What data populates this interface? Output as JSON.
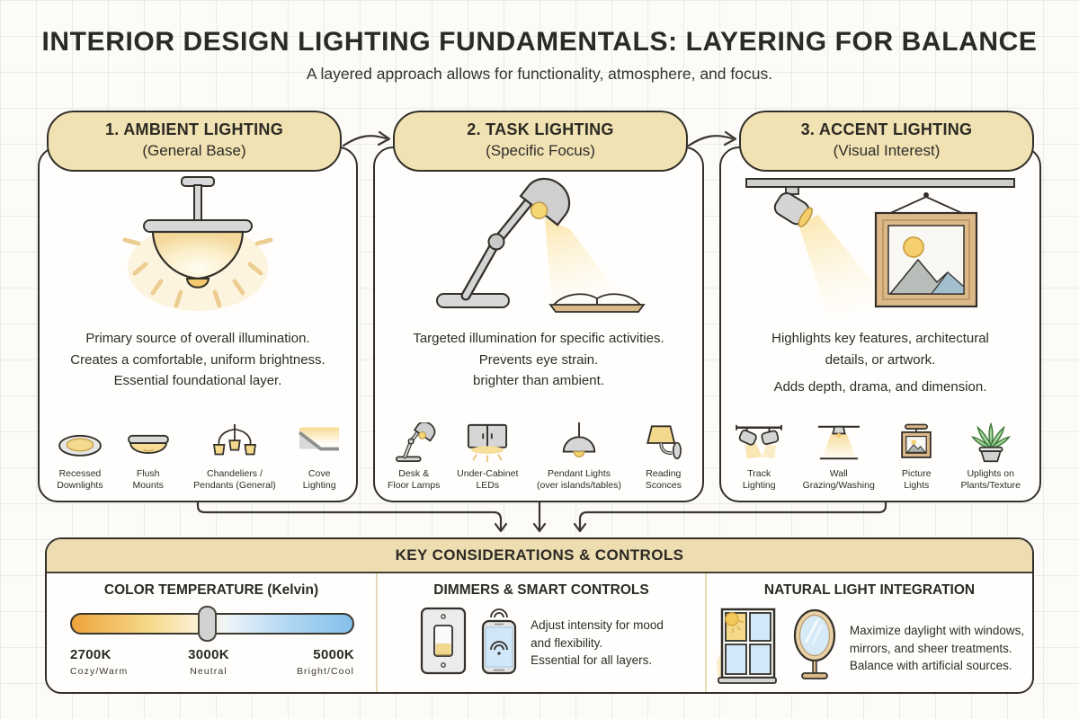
{
  "header": {
    "title": "INTERIOR DESIGN LIGHTING FUNDAMENTALS: LAYERING FOR BALANCE",
    "subtitle": "A layered approach allows for functionality, atmosphere, and focus."
  },
  "panels": [
    {
      "number_title": "1. AMBIENT LIGHTING",
      "subtitle": "(General Base)",
      "hero_icon": "ceiling-flush-light-icon",
      "desc": [
        "Primary source of overall illumination.",
        "Creates a comfortable, uniform brightness.",
        "Essential foundational layer."
      ],
      "items": [
        {
          "icon": "recessed-downlight-icon",
          "label1": "Recessed",
          "label2": "Downlights"
        },
        {
          "icon": "flush-mount-icon",
          "label1": "Flush",
          "label2": "Mounts"
        },
        {
          "icon": "chandelier-icon",
          "label1": "Chandeliers /",
          "label2": "Pendants (General)"
        },
        {
          "icon": "cove-lighting-icon",
          "label1": "Cove",
          "label2": "Lighting"
        }
      ]
    },
    {
      "number_title": "2. TASK LIGHTING",
      "subtitle": "(Specific Focus)",
      "hero_icon": "desk-lamp-book-icon",
      "desc": [
        "Targeted illumination for specific activities.",
        "Prevents eye strain.",
        "brighter than ambient."
      ],
      "items": [
        {
          "icon": "desk-floor-lamp-icon",
          "label1": "Desk &",
          "label2": "Floor Lamps"
        },
        {
          "icon": "under-cabinet-led-icon",
          "label1": "Under-Cabinet",
          "label2": "LEDs"
        },
        {
          "icon": "pendant-light-icon",
          "label1": "Pendant Lights",
          "label2": "(over islands/tables)"
        },
        {
          "icon": "reading-sconce-icon",
          "label1": "Reading",
          "label2": "Sconces"
        }
      ]
    },
    {
      "number_title": "3. ACCENT LIGHTING",
      "subtitle": "(Visual Interest)",
      "hero_icon": "track-light-artwork-icon",
      "desc": [
        "Highlights key features, architectural",
        "details, or artwork.",
        "Adds depth, drama, and dimension."
      ],
      "items": [
        {
          "icon": "track-lighting-icon",
          "label1": "Track",
          "label2": "Lighting"
        },
        {
          "icon": "wall-grazing-icon",
          "label1": "Wall",
          "label2": "Grazing/Washing"
        },
        {
          "icon": "picture-light-icon",
          "label1": "Picture",
          "label2": "Lights"
        },
        {
          "icon": "plant-uplight-icon",
          "label1": "Uplights on",
          "label2": "Plants/Texture"
        }
      ]
    }
  ],
  "footer": {
    "header": "KEY CONSIDERATIONS & CONTROLS",
    "color_temperature": {
      "title": "COLOR TEMPERATURE (Kelvin)",
      "slider_position": "3000K",
      "stops": [
        {
          "kelvin": "2700K",
          "label": "Cozy/Warm"
        },
        {
          "kelvin": "3000K",
          "label": "Neutral"
        },
        {
          "kelvin": "5000K",
          "label": "Bright/Cool"
        }
      ]
    },
    "dimmers": {
      "title": "DIMMERS & SMART CONTROLS",
      "icons": [
        "light-switch-icon",
        "smart-phone-icon"
      ],
      "lines": [
        "Adjust intensity for mood",
        "and flexibility.",
        "Essential for all layers."
      ]
    },
    "natural_light": {
      "title": "NATURAL LIGHT INTEGRATION",
      "icons": [
        "window-icon",
        "mirror-icon"
      ],
      "lines": [
        "Maximize daylight with windows,",
        "mirrors, and sheer treatments.",
        "Balance with artificial sources."
      ]
    }
  },
  "colors": {
    "pill_fill": "#f1e2b3",
    "panel_border": "#33302a",
    "warm_orange": "#eea43c",
    "neutral_cream": "#fdf3da",
    "cool_blue": "#85c0ea",
    "warm_glow": "#f6d98e"
  }
}
